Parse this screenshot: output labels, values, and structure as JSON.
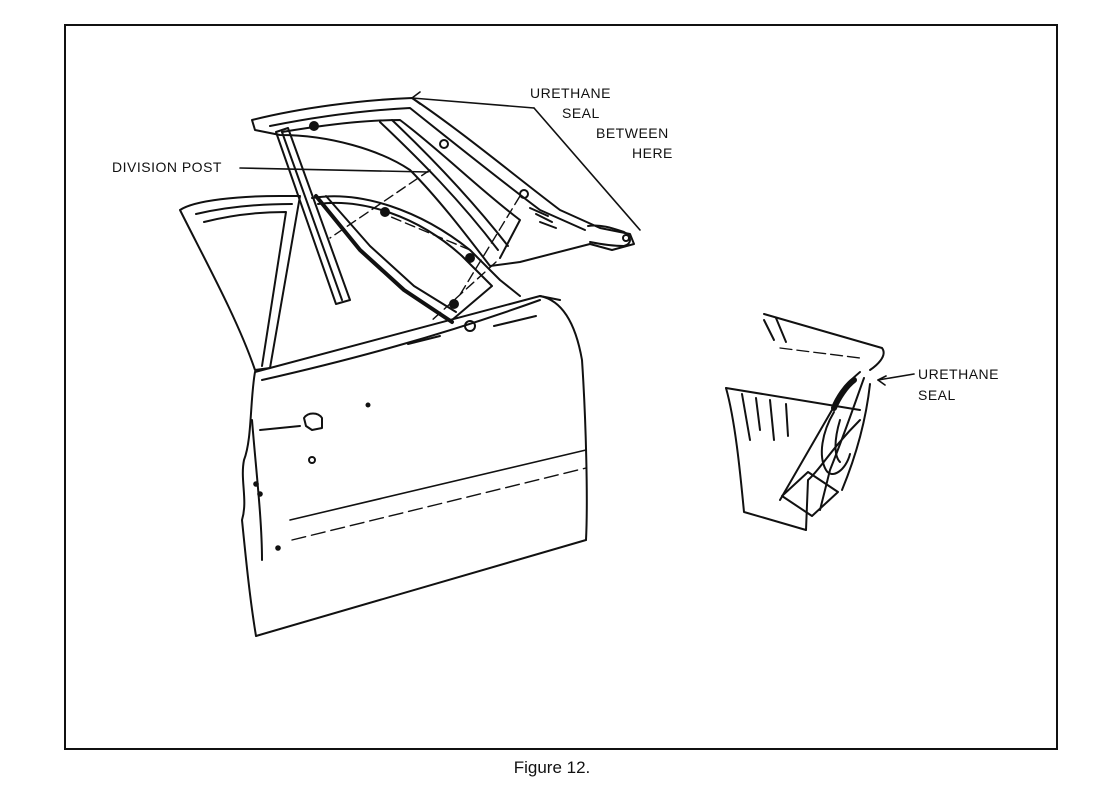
{
  "figure": {
    "caption": "Figure 12.",
    "labels": {
      "urethane_seal_top_1": "URETHANE",
      "urethane_seal_top_2": "SEAL",
      "urethane_seal_top_3": "BETWEEN",
      "urethane_seal_top_4": "HERE",
      "division_post": "DIVISION POST",
      "urethane_seal_detail_1": "URETHANE",
      "urethane_seal_detail_2": "SEAL"
    }
  }
}
